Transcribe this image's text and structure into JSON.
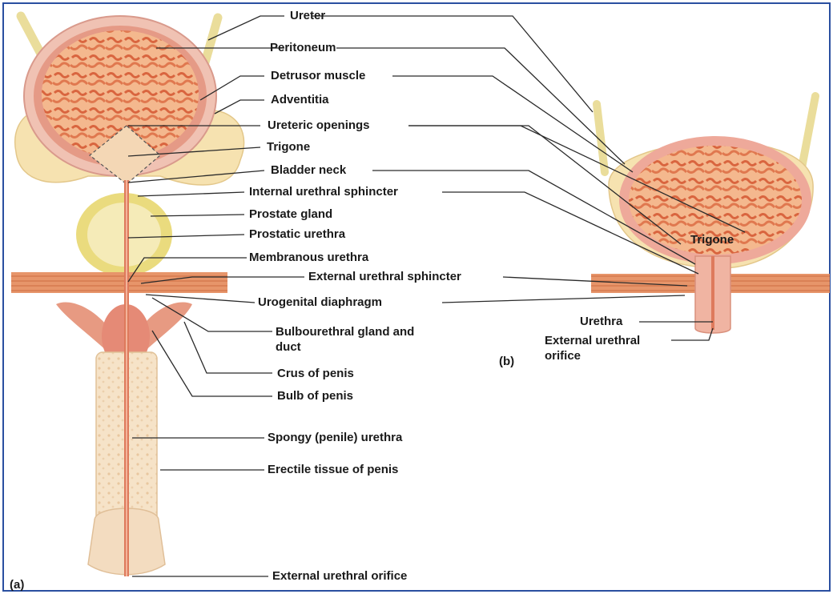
{
  "panel_a": {
    "tag": "(a)",
    "labels": {
      "ureter": "Ureter",
      "peritoneum": "Peritoneum",
      "detrusor": "Detrusor muscle",
      "adventitia": "Adventitia",
      "ureteric_openings": "Ureteric openings",
      "trigone": "Trigone",
      "bladder_neck": "Bladder neck",
      "internal_sphincter": "Internal urethral sphincter",
      "prostate_gland": "Prostate gland",
      "prostatic_urethra": "Prostatic urethra",
      "membranous_urethra": "Membranous urethra",
      "external_sphincter": "External urethral sphincter",
      "urogenital_diaphragm": "Urogenital diaphragm",
      "bulbourethral": "Bulbourethral gland and duct",
      "crus": "Crus of penis",
      "bulb": "Bulb of penis",
      "spongy": "Spongy (penile) urethra",
      "erectile": "Erectile tissue of penis",
      "ext_orifice": "External urethral orifice"
    }
  },
  "panel_b": {
    "tag": "(b)",
    "labels": {
      "trigone": "Trigone",
      "urethra": "Urethra",
      "ext_orifice": "External urethral orifice"
    }
  }
}
